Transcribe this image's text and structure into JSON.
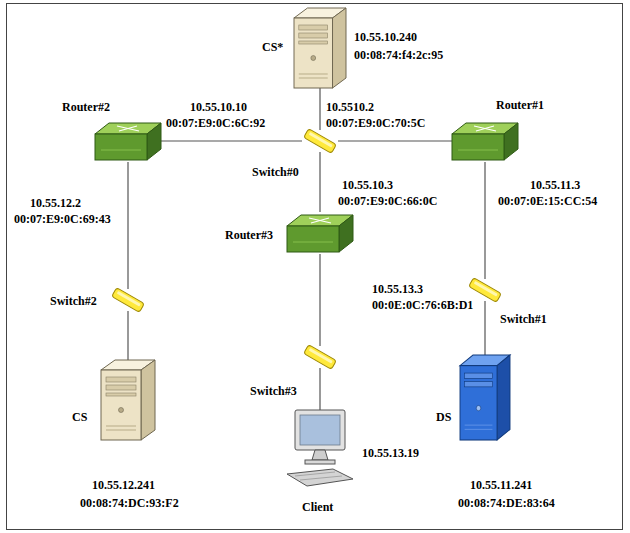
{
  "diagram": {
    "nodes": [
      {
        "text": [
          "CS*",
          "10.55.10.240",
          "00:08:74:f4:2c:95"
        ]
      },
      {
        "text": [
          "Router#2"
        ]
      },
      {
        "text": [
          "Switch#0"
        ]
      },
      {
        "text": [
          "Router#1"
        ]
      },
      {
        "text": [
          "Router#3"
        ]
      },
      {
        "text": [
          "Switch#2"
        ]
      },
      {
        "text": [
          "Switch#1"
        ]
      },
      {
        "text": [
          "Switch#3"
        ]
      },
      {
        "text": [
          "CS",
          "10.55.12.241",
          "00:08:74:DC:93:F2"
        ]
      },
      {
        "text": [
          "10.55.13.19",
          "Client"
        ]
      },
      {
        "text": [
          "DS",
          "10.55.11.241",
          "00:08:74:DE:83:64"
        ]
      }
    ],
    "edges": [
      {
        "from": 0,
        "to": 2,
        "arrow": "none"
      },
      {
        "from": 1,
        "to": 2,
        "arrow": "none"
      },
      {
        "from": 2,
        "to": 3,
        "arrow": "none"
      },
      {
        "from": 2,
        "to": 4,
        "arrow": "none"
      },
      {
        "from": 1,
        "to": 5,
        "arrow": "none"
      },
      {
        "from": 5,
        "to": 8,
        "arrow": "none"
      },
      {
        "from": 4,
        "to": 7,
        "arrow": "none"
      },
      {
        "from": 7,
        "to": 9,
        "arrow": "none"
      },
      {
        "from": 3,
        "to": 6,
        "arrow": "none"
      },
      {
        "from": 6,
        "to": 10,
        "arrow": "none"
      }
    ],
    "labels": [
      "10.55.10.10",
      "00:07:E9:0C:6C:92",
      "10.5510.2",
      "00:07:E9:0C:70:5C",
      "10.55.11.3",
      "00:07:0E:15:CC:54",
      "10.55.10.3",
      "00:07:E9:0C:66:0C",
      "10.55.12.2",
      "00:07:E9:0C:69:43",
      "10.55.13.3",
      "00:0E:0C:76:6B:D1"
    ]
  }
}
